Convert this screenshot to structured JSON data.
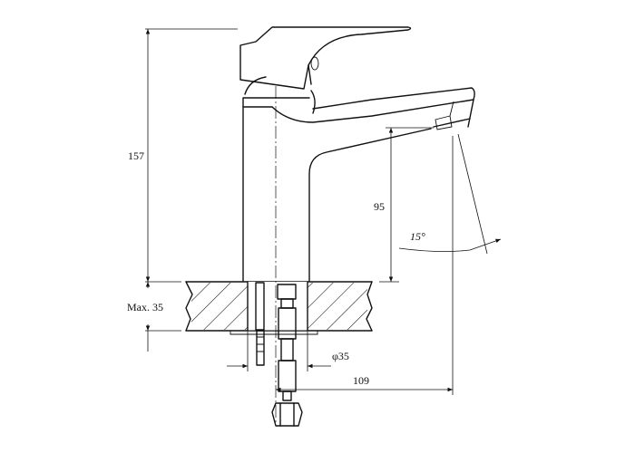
{
  "drawing": {
    "dimensions": {
      "total_height": "157",
      "spout_height": "95",
      "max_thickness": "Max. 35",
      "hole_diameter": "φ35",
      "spout_reach": "109",
      "spout_angle": "15°"
    }
  }
}
